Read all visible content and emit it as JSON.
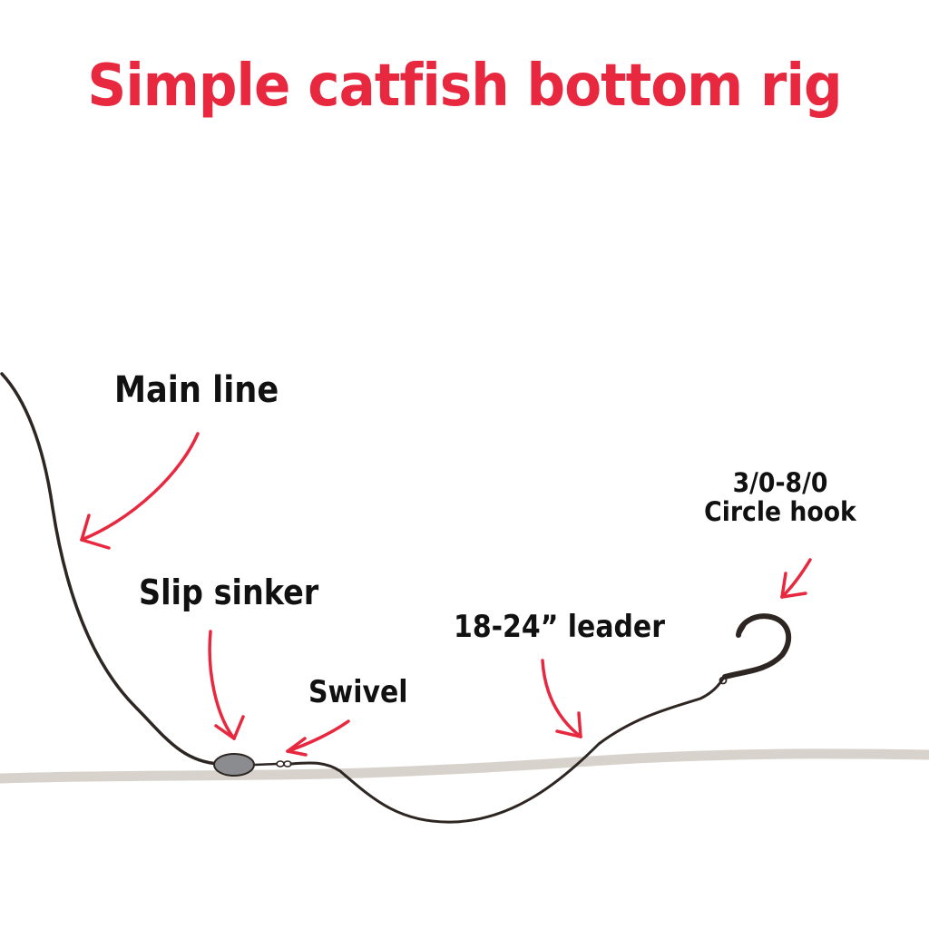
{
  "title": "Simple catfish bottom rig",
  "labels": {
    "main_line": "Main line",
    "slip_sinker": "Slip sinker",
    "swivel": "Swivel",
    "leader": "18-24” leader",
    "hook_size": "3/0-8/0",
    "hook_type": "Circle hook"
  },
  "colors": {
    "title": "#e8283f",
    "arrow": "#e8283f",
    "line": "#2e2622",
    "bottom": "#d8d2cc",
    "sinker": "#8a8c8f",
    "text": "#111111"
  }
}
